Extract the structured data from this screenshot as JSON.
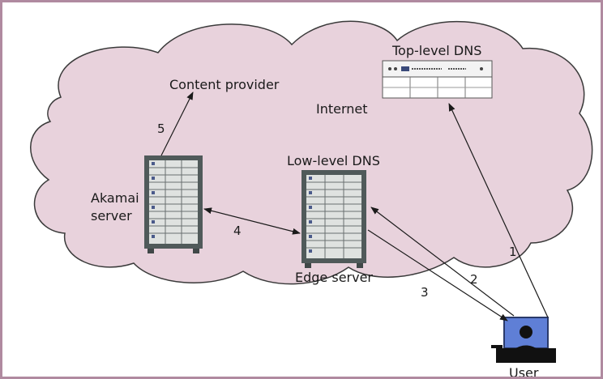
{
  "colors": {
    "cloud_fill": "#e8d2dc",
    "cloud_stroke": "#3a3a3a",
    "frame": "#b08aa0",
    "server_dark": "#505a5a",
    "server_light": "#dfe2e0",
    "arrow": "#1a1a1a"
  },
  "labels": {
    "top_level_dns": "Top-level DNS",
    "content_provider": "Content provider",
    "internet": "Internet",
    "low_level_dns": "Low-level DNS",
    "akamai_line1": "Akamai",
    "akamai_line2": "server",
    "edge_server": "Edge server",
    "user": "User"
  },
  "steps": {
    "s1": "1",
    "s2": "2",
    "s3": "3",
    "s4": "4",
    "s5": "5"
  },
  "icons": {
    "akamai_server": "server-rack-icon",
    "edge_server": "server-rack-icon",
    "top_level_dns": "rack-server-icon",
    "user": "user-computer-icon"
  }
}
